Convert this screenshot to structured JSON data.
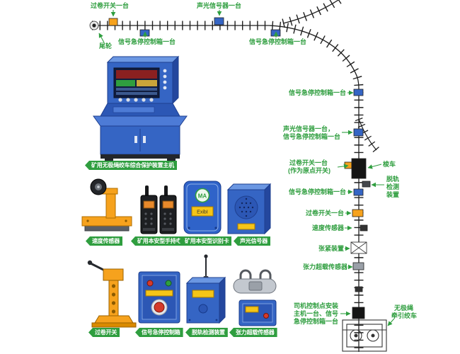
{
  "palette": {
    "green": "#2f9e3f",
    "blue": "#3565c4",
    "dark_blue": "#1e3f8f",
    "orange": "#f6a21d"
  },
  "annotations": {
    "overwind_top": "过卷开关一台",
    "sound_top": "声光信号器一台",
    "tail_wheel": "尾轮",
    "estop_h_left": "信号急停控制箱一台",
    "estop_h_right": "信号急停控制箱一台",
    "estop_v1": "信号急停控制箱一台",
    "sound_estop_l1": "声光信号器一台，",
    "sound_estop_l2": "信号急停控制箱一台",
    "overwind_origin_l1": "过卷开关一台",
    "overwind_origin_l2": "(作为原点开关)",
    "shuttle": "梭车",
    "derail": "脱轨检测装置",
    "estop_v2": "信号急停控制箱一台",
    "overwind_v": "过卷开关一台",
    "speed_v": "速度传感器",
    "tensioner": "张紧装置",
    "tension_sensor_v": "张力超载传感器",
    "driver_station": "司机控制点安装主机一台、信号急停控制箱一台",
    "winch_l1": "无极绳",
    "winch_l2": "牵引绞车"
  },
  "labels": {
    "console": "矿用无极绳绞车综合保护装置主机",
    "speed_sensor": "速度传感器",
    "radio": "矿用本安型手持电台",
    "id_card": "矿用本安型识别卡",
    "sound_signal": "声光信号器",
    "overwind_switch": "过卷开关",
    "estop_box": "信号急停控制箱",
    "derail_device": "脱轨检测装置",
    "tension_sensor": "张力超载传感器"
  },
  "device_text": {
    "ma": "MA",
    "exib": "ExibⅠ"
  }
}
